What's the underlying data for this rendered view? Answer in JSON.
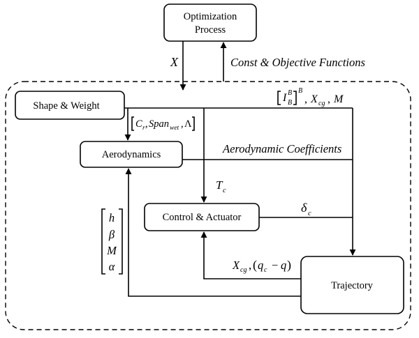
{
  "blocks": {
    "optimization_line1": "Optimization",
    "optimization_line2": "Process",
    "shape_weight": "Shape & Weight",
    "aerodynamics": "Aerodynamics",
    "control_actuator": "Control & Actuator",
    "trajectory": "Trajectory"
  },
  "signals": {
    "x_down": "X",
    "const_objective": "Const & Objective Functions",
    "aero_coefficients": "Aerodynamic Coefficients",
    "inertia_I": "I",
    "inertia_sup": "B",
    "inertia_sub": "B",
    "inertia_outer_sup": "B",
    "xcg_main": "X",
    "xcg_sub": "cg",
    "mass": "M",
    "cr_main": "C",
    "cr_sub": "r",
    "span_main": "Span",
    "span_sub": "wet",
    "lambda": "Λ",
    "tc_main": "T",
    "tc_sub": "c",
    "delta_main": "δ",
    "delta_sub": "c",
    "fb_xcg_main": "X",
    "fb_xcg_sub": "cg",
    "fb_q": "q",
    "fb_qc_sub": "c",
    "fb_minus": "−",
    "state_h": "h",
    "state_beta": "β",
    "state_m": "M",
    "state_alpha": "α"
  }
}
